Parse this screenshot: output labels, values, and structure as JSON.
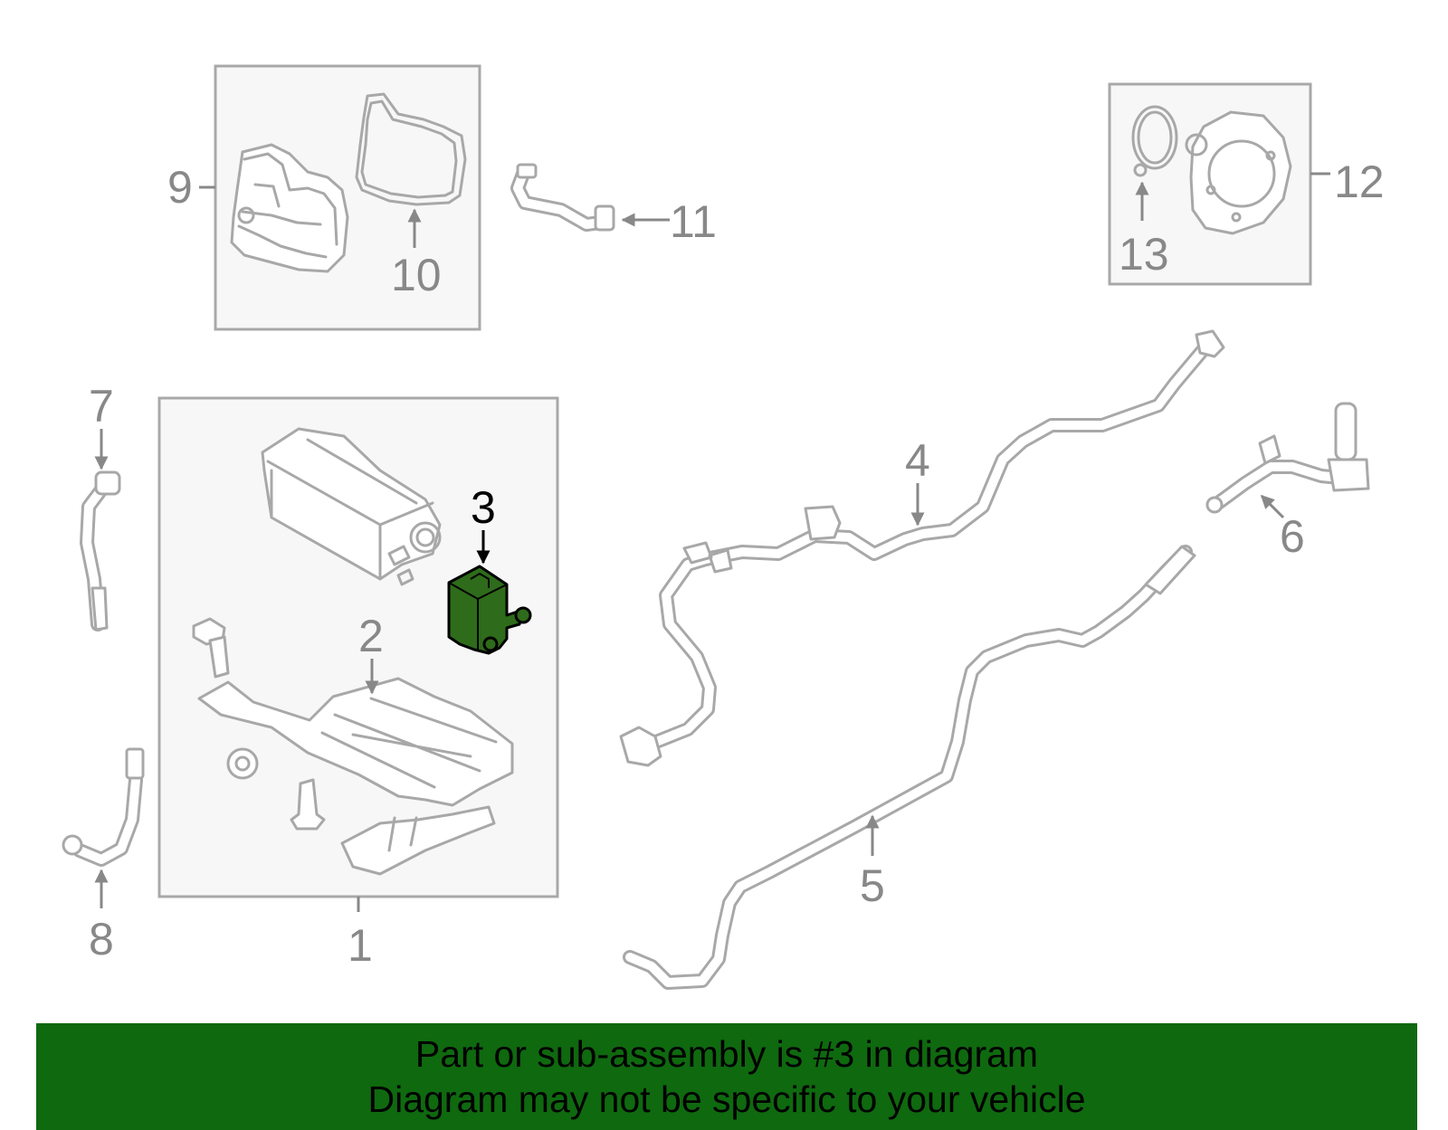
{
  "callouts": {
    "c1": "1",
    "c2": "2",
    "c3": "3",
    "c4": "4",
    "c5": "5",
    "c6": "6",
    "c7": "7",
    "c8": "8",
    "c9": "9",
    "c10": "10",
    "c11": "11",
    "c12": "12",
    "c13": "13"
  },
  "highlight": {
    "part_number": "3",
    "fill_color": "#2e6b1a",
    "outline_color": "#000000"
  },
  "banner": {
    "line1": "Part or sub-assembly is #3 in diagram",
    "line2": "Diagram may not be specific to your vehicle",
    "background": "#0f690f"
  },
  "colors": {
    "line_art": "#a8a8a8",
    "callout_text": "#888888",
    "box_fill": "#f7f7f7"
  }
}
